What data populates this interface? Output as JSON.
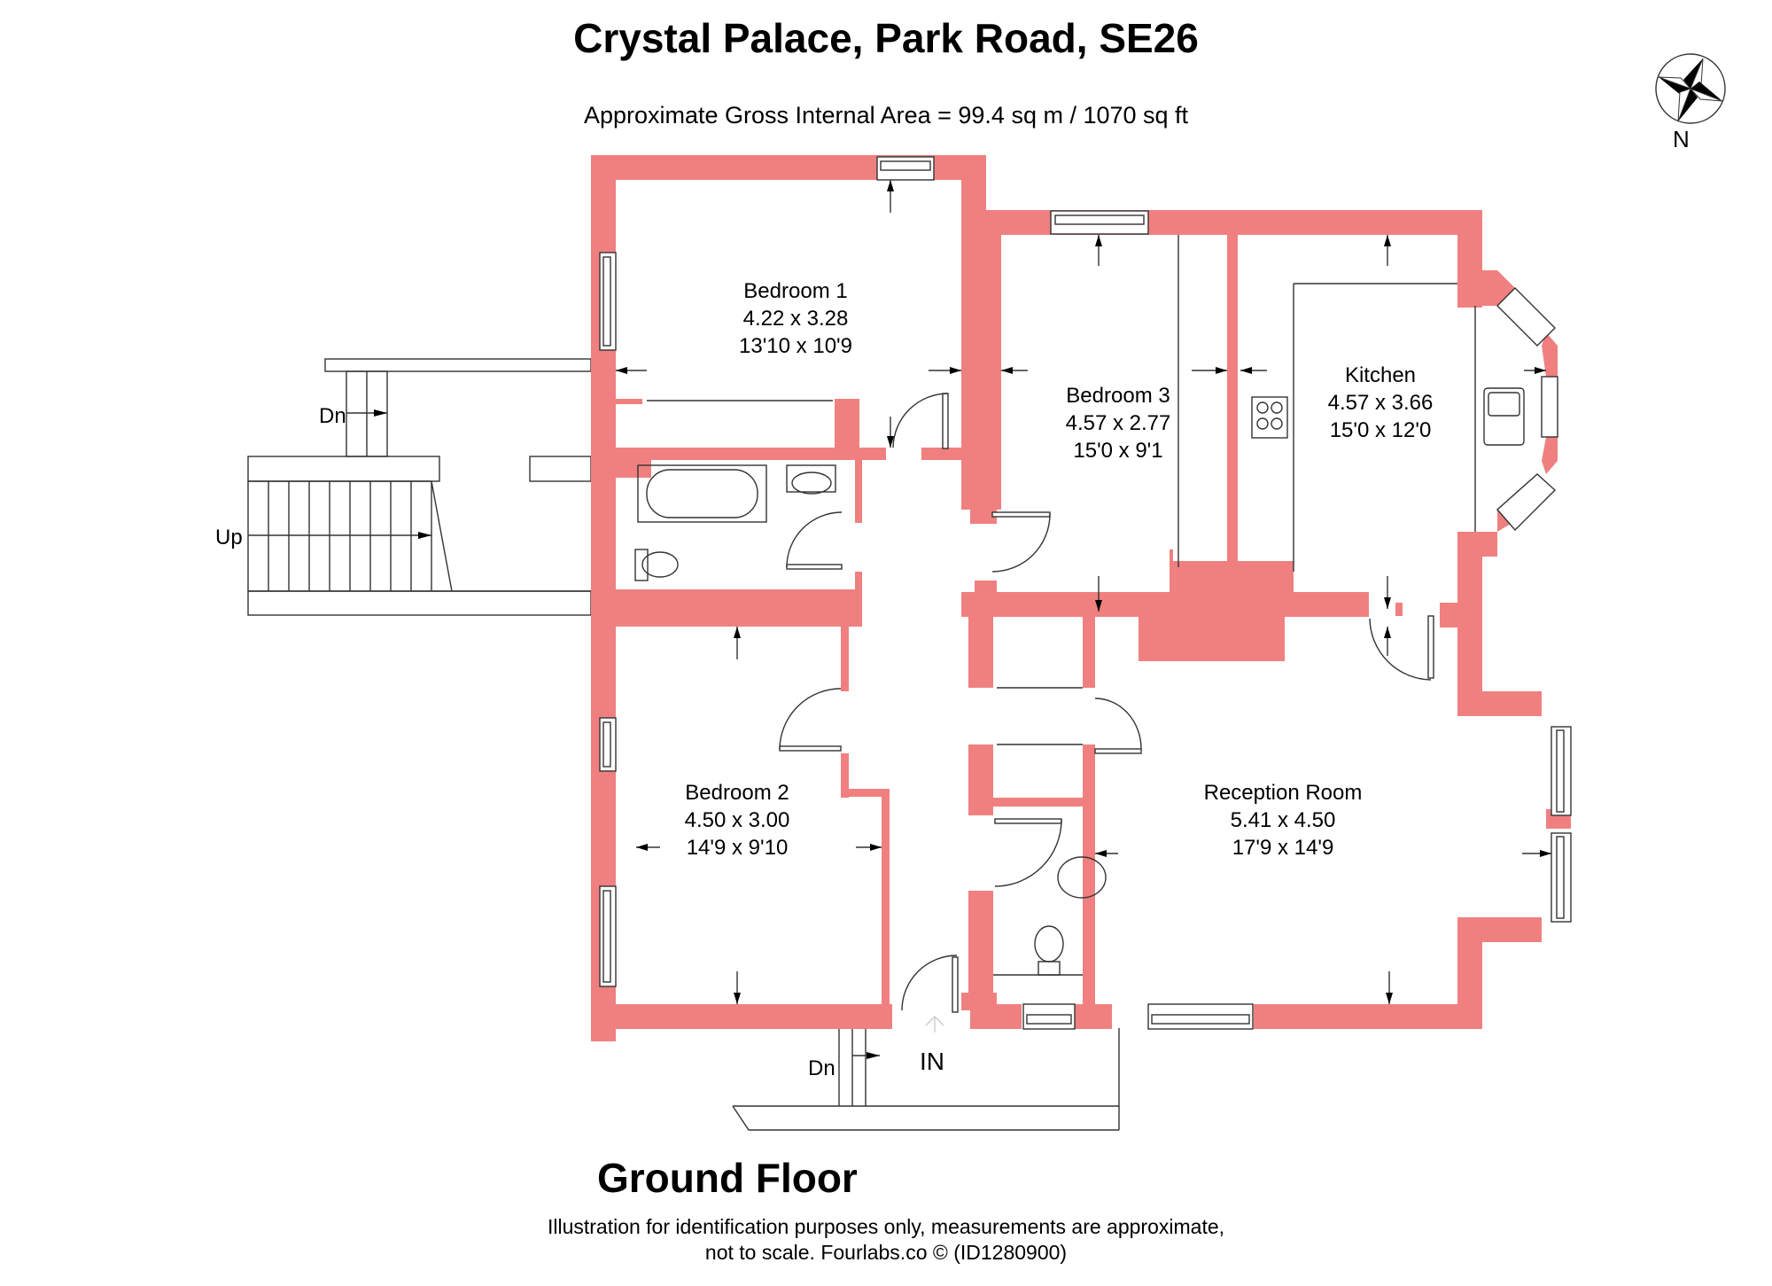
{
  "header": {
    "title": "Crystal Palace, Park Road, SE26",
    "area": "Approximate Gross Internal Area = 99.4 sq m / 1070 sq ft"
  },
  "compass": {
    "icon": "compass-rose-icon",
    "label": "N"
  },
  "floor": {
    "label": "Ground Floor"
  },
  "colors": {
    "wall": "#F08080",
    "line": "#333333",
    "text": "#000000",
    "background": "#FFFFFF"
  },
  "rooms": [
    {
      "name": "Bedroom 1",
      "metric": "4.22 x 3.28",
      "imperial": "13'10 x 10'9"
    },
    {
      "name": "Bedroom 3",
      "metric": "4.57 x 2.77",
      "imperial": "15'0 x 9'1"
    },
    {
      "name": "Kitchen",
      "metric": "4.57 x 3.66",
      "imperial": "15'0 x 12'0"
    },
    {
      "name": "Bedroom 2",
      "metric": "4.50 x 3.00",
      "imperial": "14'9 x 9'10"
    },
    {
      "name": "Reception Room",
      "metric": "5.41 x 4.50",
      "imperial": "17'9 x 14'9"
    }
  ],
  "annotations": {
    "stairs_down_upper": "Dn",
    "stairs_up": "Up",
    "stairs_down_entrance": "Dn",
    "entrance": "IN"
  },
  "footer": {
    "line1": "Illustration for identification purposes only, measurements are approximate,",
    "line2": "not to scale. Fourlabs.co © (ID1280900)"
  }
}
